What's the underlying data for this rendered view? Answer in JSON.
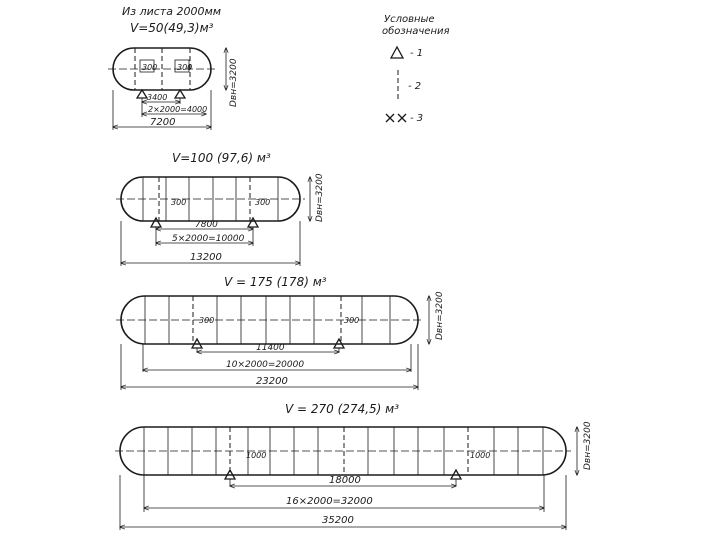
{
  "sheet_note": "Из листа 2000мм",
  "legend": {
    "title_line1": "Условные",
    "title_line2": "обозначения",
    "items": [
      {
        "symbol": "△",
        "label": "- 1"
      },
      {
        "symbol": "¦",
        "label": "- 2"
      },
      {
        "symbol": "× ×",
        "label": "- 3"
      }
    ]
  },
  "tanks": [
    {
      "volume": "V=50(49,3)м³",
      "diameter": "Dвн=3200",
      "manhole_left": "300",
      "manhole_right": "300",
      "support_spacing": "3400",
      "sheets": "2×2000=4000",
      "length": "7200"
    },
    {
      "volume": "V=100 (97,6) м³",
      "diameter": "Dвн=3200",
      "manhole_left": "300",
      "manhole_right": "300",
      "support_spacing": "7800",
      "sheets": "5×2000=10000",
      "length": "13200"
    },
    {
      "volume": "V = 175 (178) м³",
      "diameter": "Dвн=3200",
      "manhole_left": "300",
      "manhole_right": "300",
      "support_spacing": "11400",
      "sheets": "10×2000=20000",
      "length": "23200"
    },
    {
      "volume": "V = 270 (274,5) м³",
      "diameter": "Dвн=3200",
      "manhole_left": "1000",
      "manhole_right": "1000",
      "support_spacing": "18000",
      "sheets": "16×2000=32000",
      "length": "35200"
    }
  ]
}
